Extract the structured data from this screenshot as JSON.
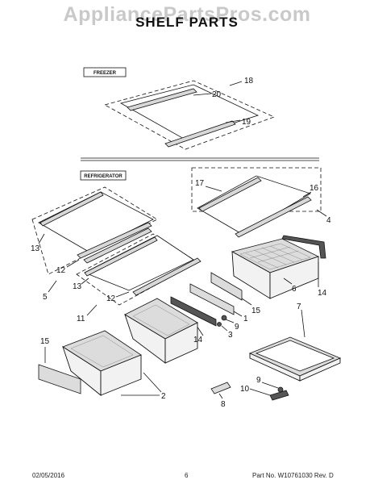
{
  "header": {
    "watermark": "AppliancePartsPros.com",
    "title": "SHELF PARTS"
  },
  "sections": {
    "freezer": "FREEZER",
    "refrigerator": "REFRIGERATOR"
  },
  "callouts": {
    "c18": "18",
    "c20": "20",
    "c19": "19",
    "c17": "17",
    "c16": "16",
    "c4": "4",
    "c13a": "13",
    "c12a": "12",
    "c5": "5",
    "c13b": "13",
    "c12b": "12",
    "c11": "11",
    "c6": "6",
    "c14a": "14",
    "c7": "7",
    "c15a": "15",
    "c1": "1",
    "c9a": "9",
    "c3": "3",
    "c14b": "14",
    "c15b": "15",
    "c2": "2",
    "c9b": "9",
    "c10": "10",
    "c8": "8"
  },
  "footer": {
    "date": "02/05/2016",
    "page": "6",
    "part": "Part No.  W10761030  Rev.  D"
  }
}
